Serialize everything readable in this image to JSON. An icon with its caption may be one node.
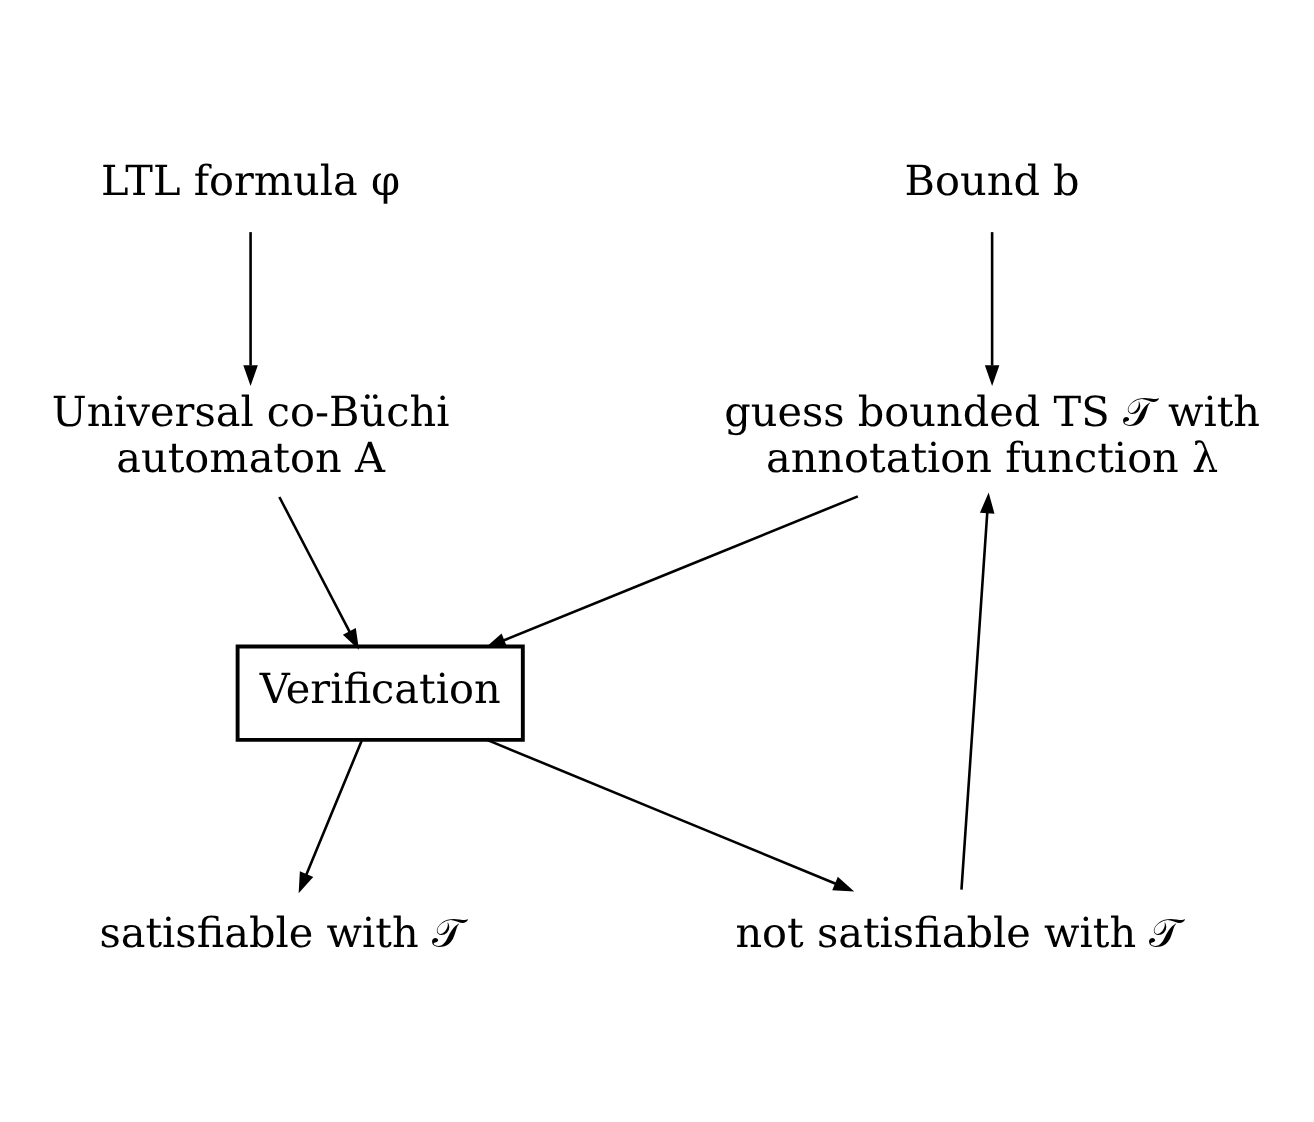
{
  "diagram": {
    "nodes": [
      {
        "text": [
          "LTL formula φ"
        ]
      },
      {
        "text": [
          "Bound b"
        ]
      },
      {
        "text": [
          "Universal co-Büchi automaton A"
        ]
      },
      {
        "text": [
          "guess bounded TS 𝒯 with annotation function λ"
        ]
      },
      {
        "text": [
          "Verification"
        ]
      },
      {
        "text": [
          "satisfiable with 𝒯"
        ]
      },
      {
        "text": [
          "not satisfiable with 𝒯"
        ]
      }
    ],
    "edges": [
      {
        "from": 0,
        "to": 2,
        "arrow": "to"
      },
      {
        "from": 1,
        "to": 3,
        "arrow": "to"
      },
      {
        "from": 2,
        "to": 4,
        "arrow": "to"
      },
      {
        "from": 3,
        "to": 4,
        "arrow": "to"
      },
      {
        "from": 4,
        "to": 5,
        "arrow": "to"
      },
      {
        "from": 4,
        "to": 6,
        "arrow": "to"
      },
      {
        "from": 6,
        "to": 3,
        "arrow": "to"
      }
    ]
  }
}
